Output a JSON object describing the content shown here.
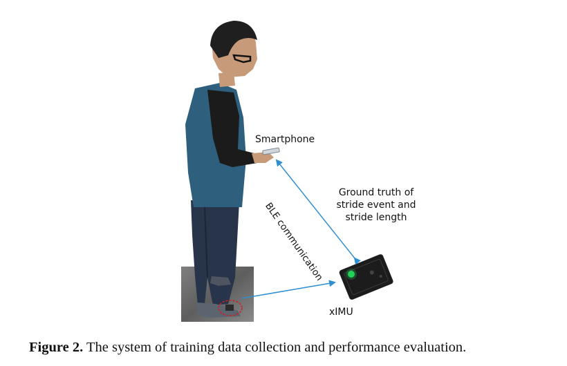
{
  "figure": {
    "labels": {
      "smartphone": "Smartphone",
      "ble": "BLE communication",
      "ground_truth_lines": [
        "Ground truth of",
        "stride event and",
        "stride length"
      ],
      "ximu": "xIMU"
    },
    "colors": {
      "arrow": "#2f8fd0",
      "shirt": "#2e5f7d",
      "sleeve": "#1b1b1b",
      "jeans": "#28344a",
      "device": "#1c1c1c",
      "led": "#22d35a",
      "marker": "#d02020"
    }
  },
  "caption": {
    "label": "Figure 2.",
    "text": "The system of training data collection and performance evaluation."
  }
}
